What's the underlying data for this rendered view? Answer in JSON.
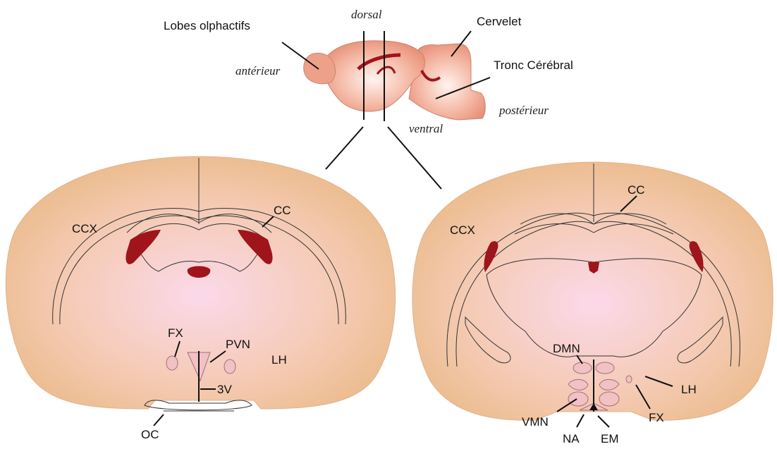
{
  "sagittal": {
    "orientation": {
      "dorsal": "dorsal",
      "ventral": "ventral",
      "anterior": "antérieur",
      "posterior": "postérieur"
    },
    "labels": {
      "olfactory": "Lobes olphactifs",
      "cerebellum": "Cervelet",
      "brainstem": "Tronc Cérébral"
    }
  },
  "left_section": {
    "labels": {
      "ccx": "CCX",
      "cc": "CC",
      "fx": "FX",
      "pvn": "PVN",
      "lh": "LH",
      "v3": "3V",
      "oc": "OC"
    }
  },
  "right_section": {
    "labels": {
      "ccx": "CCX",
      "cc": "CC",
      "dmn": "DMN",
      "lh": "LH",
      "fx": "FX",
      "vmn": "VMN",
      "na": "NA",
      "em": "EM"
    }
  },
  "colors": {
    "tissue": "#f4c9a4",
    "ventricle": "#a0141c",
    "nucleus": "#f1c1c4"
  }
}
